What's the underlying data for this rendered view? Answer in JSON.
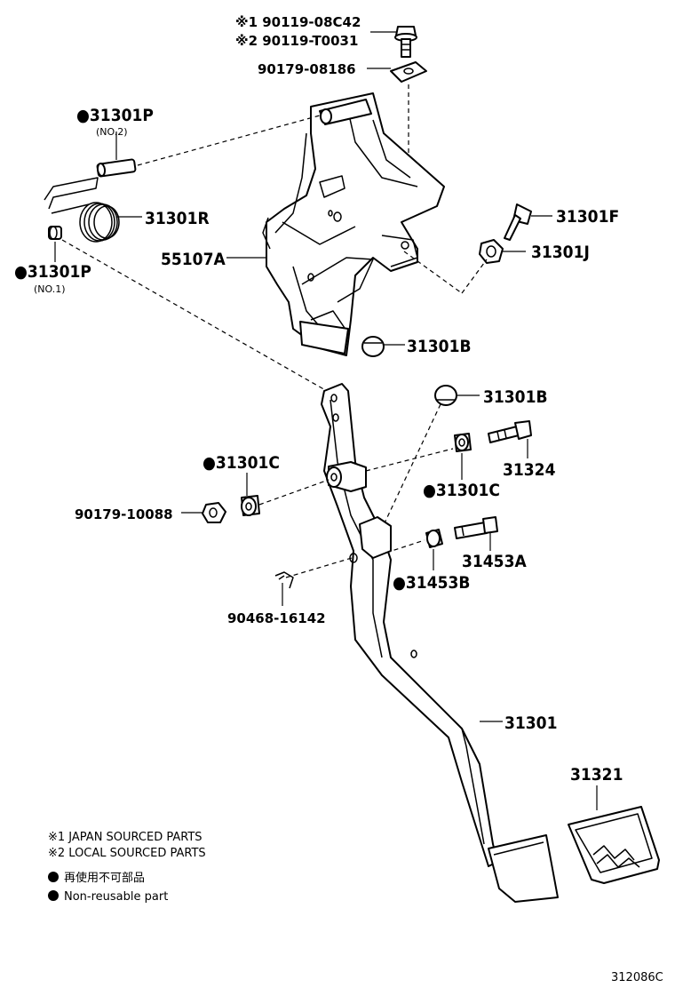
{
  "parts": {
    "bolt_j1": "※1  90119-08C42",
    "bolt_j2": "※2  90119-T0031",
    "nut_plate": "90179-08186",
    "bush_no2": "●31301P",
    "bush_no2_sub": "(NO.2)",
    "spring": "31301R",
    "bracket": "55107A",
    "bush_no1": "●31301P",
    "bush_no1_sub": "(NO.1)",
    "bolt_f": "31301F",
    "nut_j": "31301J",
    "stopper_b1": "31301B",
    "stopper_b2": "31301B",
    "bush_c_left": "●31301C",
    "bolt_31324": "31324",
    "bush_c_right": "●31301C",
    "nut_10088": "90179-10088",
    "bolt_31453a": "31453A",
    "bush_31453b": "●31453B",
    "clip": "90468-16142",
    "pedal_arm": "31301",
    "pedal_pad": "31321"
  },
  "notes": {
    "japan": "※1 JAPAN SOURCED PARTS",
    "local": "※2 LOCAL SOURCED PARTS",
    "nonreusable_jp": "再使用不可部品",
    "nonreusable_en": "Non-reusable part"
  },
  "diagram_code": "312086C"
}
